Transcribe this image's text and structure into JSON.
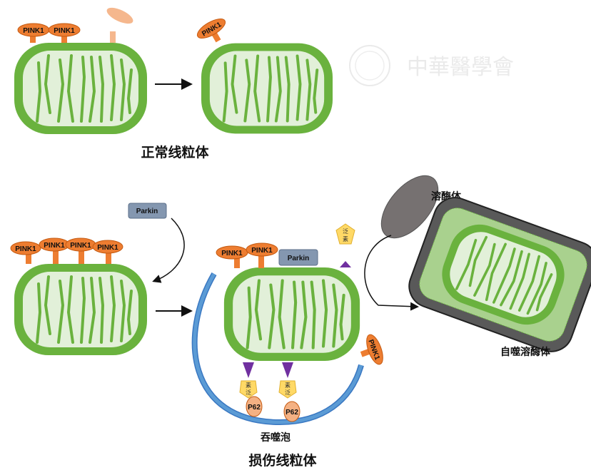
{
  "labels": {
    "normal": "正常线粒体",
    "damaged": "损伤线粒体",
    "lysosome": "溶酶体",
    "autolysosome": "自噬溶酶体",
    "phagophore": "吞噬泡"
  },
  "proteins": {
    "pink1": "PINK1",
    "parkin": "Parkin",
    "p62": "P62",
    "ubiquitin_top": "泛",
    "ubiquitin_bottom": "素"
  },
  "watermark": "中華醫學會",
  "colors": {
    "membrane": "#6ab23e",
    "matrix": "#e2f0d9",
    "pink1": "#ed7d31",
    "parkin": "#8497b0",
    "ubiquitin": "#ffd966",
    "triangle": "#7030a0",
    "phagophore": "#4a90d9",
    "lysosome": "#767171",
    "p62": "#f4b183"
  }
}
